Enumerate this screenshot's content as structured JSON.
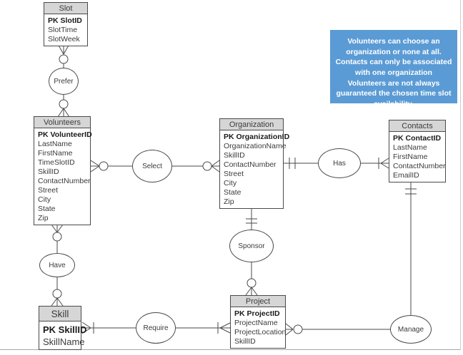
{
  "note": {
    "bg_color": "#5B9BD5",
    "text_color": "#FFFFFF",
    "lines": [
      "Volunteers can choose an organization or none at all.",
      "Contacts can only be associated with one organization",
      "Volunteers are not always guaranteed the chosen time slot availability."
    ]
  },
  "colors": {
    "entity_header_bg": "#D6D6D6",
    "entity_border": "#4A4A4A",
    "connector_line": "#4A4A4A",
    "text": "#3B3B3B"
  },
  "entities": {
    "slot": {
      "title": "Slot",
      "pk": "PK SlotID",
      "attrs": [
        "SlotTime",
        "SlotWeek"
      ]
    },
    "volunteers": {
      "title": "Volunteers",
      "pk": "PK VolunteerID",
      "attrs": [
        "LastName",
        "FirstName",
        "TimeSlotID",
        "SkillID",
        "ContactNumber",
        "Street",
        "City",
        "State",
        "Zip"
      ]
    },
    "organization": {
      "title": "Organization",
      "pk": "PK OrganizationID",
      "attrs": [
        "OrganizationName",
        "SkillID",
        "ContactNumber",
        "Street",
        "City",
        "State",
        "Zip"
      ]
    },
    "contacts": {
      "title": "Contacts",
      "pk": "PK ContactID",
      "attrs": [
        "LastName",
        "FirstName",
        "ContactNumber",
        "EmailID"
      ]
    },
    "skill": {
      "title": "Skill",
      "pk": "PK SkillID",
      "attrs": [
        "SkillName"
      ]
    },
    "project": {
      "title": "Project",
      "pk": "PK ProjectID",
      "attrs": [
        "ProjectName",
        "ProjectLocation",
        "SkillID"
      ]
    }
  },
  "relationships": {
    "prefer": "Prefer",
    "select": "Select",
    "has": "Has",
    "sponsor": "Sponsor",
    "have": "Have",
    "require": "Require",
    "manage": "Manage"
  }
}
